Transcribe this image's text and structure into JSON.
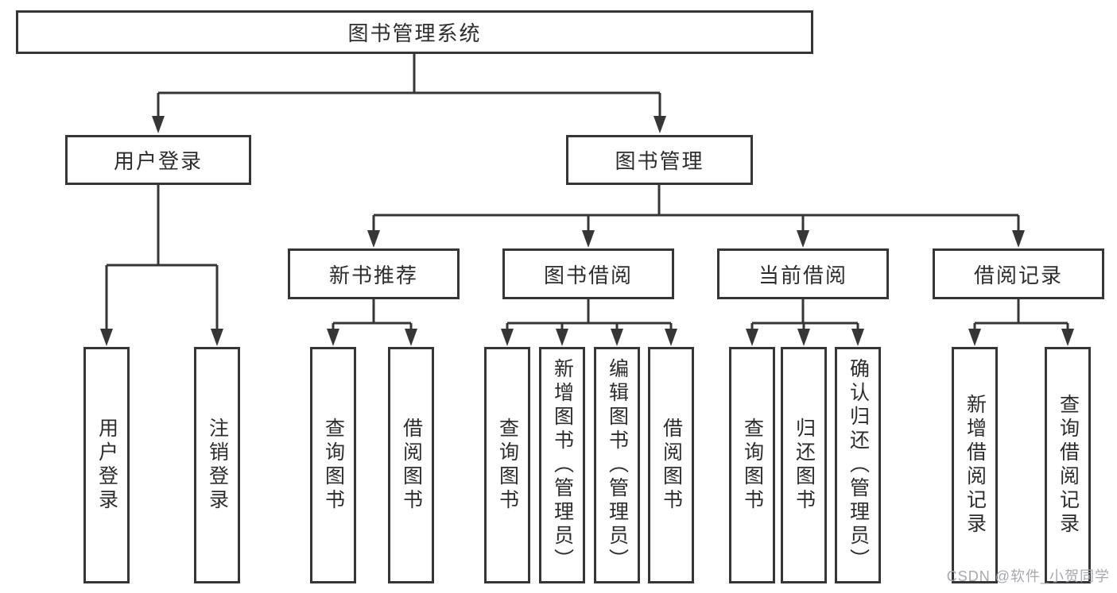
{
  "title": {
    "label": "图书管理系统"
  },
  "branches": [
    {
      "label": "用户登录"
    },
    {
      "label": "图书管理"
    }
  ],
  "modules": [
    {
      "label": "新书推荐"
    },
    {
      "label": "图书借阅"
    },
    {
      "label": "当前借阅"
    },
    {
      "label": "借阅记录"
    }
  ],
  "leaves": {
    "login": [
      {
        "label": "用户登录"
      },
      {
        "label": "注销登录"
      }
    ],
    "new_books": [
      {
        "label": "查询图书"
      },
      {
        "label": "借阅图书"
      }
    ],
    "borrow": [
      {
        "label": "查询图书"
      },
      {
        "label": "新增图书（管理员）"
      },
      {
        "label": "编辑图书（管理员）"
      },
      {
        "label": "借阅图书"
      }
    ],
    "current": [
      {
        "label": "查询图书"
      },
      {
        "label": "归还图书"
      },
      {
        "label": "确认归还（管理员）"
      }
    ],
    "records": [
      {
        "label": "新增借阅记录"
      },
      {
        "label": "查询借阅记录"
      }
    ]
  },
  "watermark": {
    "label": "CSDN @软件_小贺同学"
  },
  "colors": {
    "line": "#363636",
    "box_background": "#ffffff",
    "text": "#2d2d2d",
    "watermark_text": "#a6a9ae"
  }
}
